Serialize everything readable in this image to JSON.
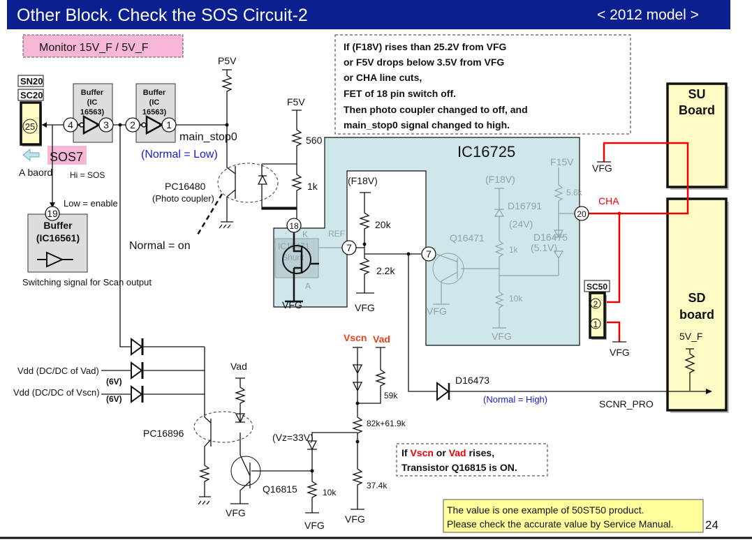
{
  "header": {
    "title": "Other Block. Check the SOS Circuit-2",
    "model": "< 2012 model >"
  },
  "monitor_label": "Monitor 15V_F / 5V_F",
  "note": {
    "lines": [
      "If (F18V) rises than 25.2V from VFG",
      "or F5V drops below 3.5V from VFG",
      "or CHA  line cuts,",
      "FET of 18 pin switch off.",
      "Then photo coupler changed to off, and",
      "main_stop0 signal changed to high."
    ]
  },
  "connectors": {
    "sn20": "SN20",
    "sc20": "SC20",
    "sc20_pin": "25",
    "sc50": "SC50",
    "sc50_pin2": "2",
    "sc50_pin1": "1"
  },
  "buffers": {
    "b1": {
      "label": "Buffer",
      "ic": "(IC",
      "num": "16563)",
      "pin_out": "4",
      "pin_in": "3"
    },
    "b2": {
      "label": "Buffer",
      "ic": "(IC",
      "num": "16563)",
      "pin_out": "2",
      "pin_in": "1"
    },
    "b3": {
      "label": "Buffer",
      "ic": "(IC16561)",
      "pin": "19"
    }
  },
  "labels": {
    "sos7": "SOS7",
    "a_board": "A baord",
    "hi_sos": "Hi = SOS",
    "low_enable": "Low = enable",
    "switching": "Switching signal for Scan output",
    "p5v": "P5V",
    "main_stop0": "main_stop0",
    "normal_low": "(Normal = Low)",
    "pc16480": "PC16480",
    "photo_coupler": "(Photo coupler)",
    "normal_on": "Normal = on",
    "f5v": "F5V",
    "r560": "560",
    "r1k": "1k",
    "pin18": "18",
    "k": "K",
    "a": "A",
    "ref": "REF",
    "shunt_ic": "IC16471",
    "shunt": "Shunt",
    "vfg": "VFG",
    "f18v": "(F18V)",
    "r20k": "20k",
    "r2_2k": "2.2k",
    "pin7a": "7",
    "pin7b": "7",
    "ic16725": "IC16725",
    "f18v_in": "(F18V)",
    "d16791": "D16791",
    "v24": "(24V)",
    "q16471": "Q16471",
    "r1k_in": "1k",
    "r10k_in": "10k",
    "f15v": "F15V",
    "r5_6k": "5.6k",
    "d16475": "D16475",
    "v5_1": "(5.1V)",
    "pin20": "20",
    "cha": "CHA",
    "su_board_1": "SU",
    "su_board_2": "Board",
    "sd_board_1": "SD",
    "sd_board_2": "board",
    "v5f": "5V_F",
    "d16473": "D16473",
    "normal_high": "(Normal = High)",
    "scnr_pro": "SCNR_PRO",
    "vdd_vad": "Vdd (DC/DC of Vad)",
    "vdd_vscn": "Vdd (DC/DC of Vscn)",
    "v6a": "(6V)",
    "v6b": "(6V)",
    "vad": "Vad",
    "pc16896": "PC16896",
    "q16815": "Q16815",
    "vz": "(Vz=33V)",
    "r10k": "10k",
    "vscn_red": "Vscn",
    "vad_red": "Vad",
    "r59k": "59k",
    "r82k": "82k+61.9k",
    "r37k": "37.4k"
  },
  "note2": {
    "pre": "If ",
    "vscn": "Vscn",
    "or": " or ",
    "vad": "Vad",
    "post": " rises,",
    "line2": "Transistor Q16815 is ON."
  },
  "footer": {
    "line1": "The value is one example of 50ST50 product.",
    "line2": "Please check the accurate value by Service Manual.",
    "page": "24"
  },
  "colors": {
    "title_bar": "#0c1f8f",
    "ic_region": "#cfe6ea",
    "board": "#fdfbc4",
    "highlight": "#f7b6d6",
    "warning_text": "#e00000",
    "normal_text": "#1a1acc"
  }
}
